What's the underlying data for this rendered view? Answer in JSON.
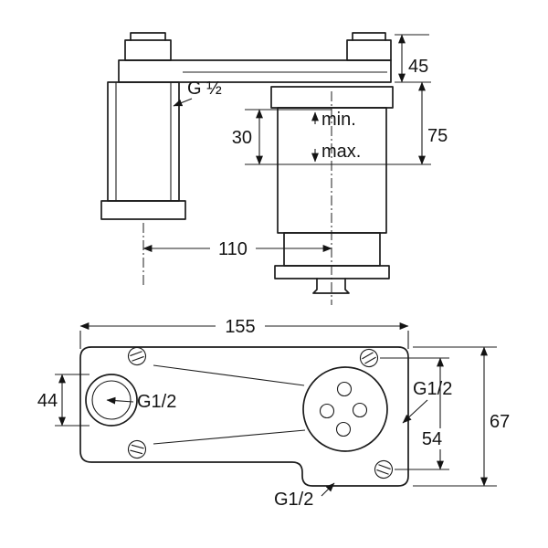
{
  "drawing": {
    "type": "technical-dimension-drawing",
    "subject": "concealed wall-mounted mixer rough-in body, side view and front view",
    "colors": {
      "line": "#1c1c1c",
      "background": "#ffffff"
    },
    "side_view": {
      "dim_height_top": "45",
      "dim_height_total": "75",
      "dim_depth_range": "30",
      "label_min": "min.",
      "label_max": "max.",
      "thread_top": "G ½",
      "dim_spacing": "110"
    },
    "front_view": {
      "dim_width": "155",
      "dim_left_port": "44",
      "thread_left": "G1/2",
      "thread_right": "G1/2",
      "thread_bottom": "G1/2",
      "dim_hole_spacing": "54",
      "dim_height": "67"
    }
  }
}
